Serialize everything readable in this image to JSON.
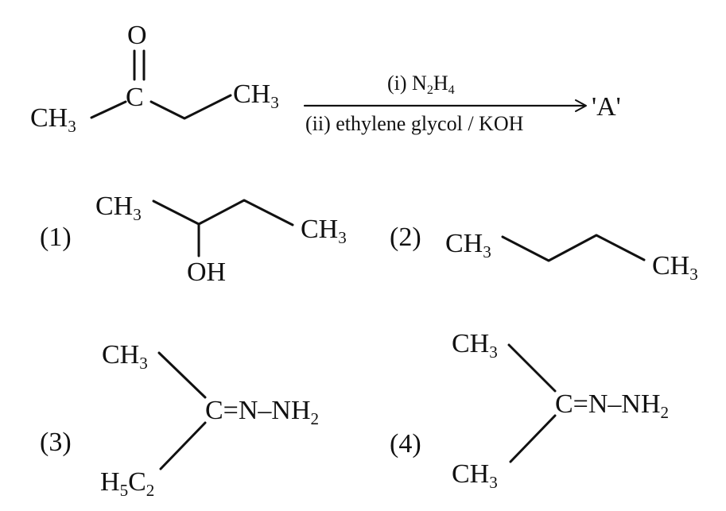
{
  "reaction": {
    "reactant": {
      "name": "butan-2-one",
      "atoms": {
        "oxygen": "O",
        "carbonyl_carbon": "C",
        "left_methyl": {
          "main": "CH",
          "sub": "3"
        },
        "right_methyl": {
          "main": "CH",
          "sub": "3"
        }
      }
    },
    "reagents": {
      "step1": {
        "prefix": "(i) ",
        "n": "N",
        "n_sub": "2",
        "h": "H",
        "h_sub": "4"
      },
      "step2": "(ii) ethylene glycol / KOH"
    },
    "product_label": "'A'"
  },
  "options": [
    {
      "label": "(1)",
      "groups": {
        "left_methyl": {
          "main": "CH",
          "sub": "3"
        },
        "hydroxyl": "OH",
        "right_methyl": {
          "main": "CH",
          "sub": "3"
        }
      }
    },
    {
      "label": "(2)",
      "groups": {
        "left_methyl": {
          "main": "CH",
          "sub": "3"
        },
        "right_methyl": {
          "main": "CH",
          "sub": "3"
        }
      }
    },
    {
      "label": "(3)",
      "groups": {
        "top_methyl": {
          "main": "CH",
          "sub": "3"
        },
        "hydrazone": {
          "main": "C=N–NH",
          "sub": "2"
        },
        "ethyl": {
          "h": "H",
          "h_sub": "5",
          "c": "C",
          "c_sub": "2"
        }
      }
    },
    {
      "label": "(4)",
      "groups": {
        "top_methyl": {
          "main": "CH",
          "sub": "3"
        },
        "hydrazone": {
          "main": "C=N–NH",
          "sub": "2"
        },
        "bottom_methyl": {
          "main": "CH",
          "sub": "3"
        }
      }
    }
  ]
}
